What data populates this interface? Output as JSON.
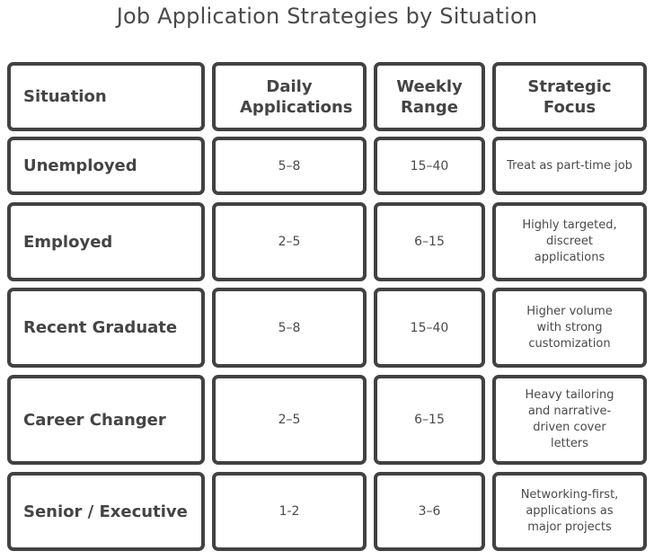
{
  "title": "Job Application Strategies by Situation",
  "table": {
    "headers": [
      "Situation",
      "Daily Applications",
      "Weekly Range",
      "Strategic Focus"
    ],
    "rows": [
      {
        "situation": "Unemployed",
        "daily": "5–8",
        "weekly": "15–40",
        "focus": "Treat as part-time job"
      },
      {
        "situation": "Employed",
        "daily": "2–5",
        "weekly": "6–15",
        "focus": "Highly targeted, discreet applications"
      },
      {
        "situation": "Recent Graduate",
        "daily": "5–8",
        "weekly": "15–40",
        "focus": "Higher volume with strong customization"
      },
      {
        "situation": "Career Changer",
        "daily": "2–5",
        "weekly": "6–15",
        "focus": "Heavy tailoring and narrative-driven cover letters"
      },
      {
        "situation": "Senior / Executive",
        "daily": "1-2",
        "weekly": "3–6",
        "focus": "Networking-first, applications as major projects"
      }
    ]
  },
  "colors": {
    "stroke": "#424242",
    "text": "#444444",
    "background": "#ffffff"
  }
}
